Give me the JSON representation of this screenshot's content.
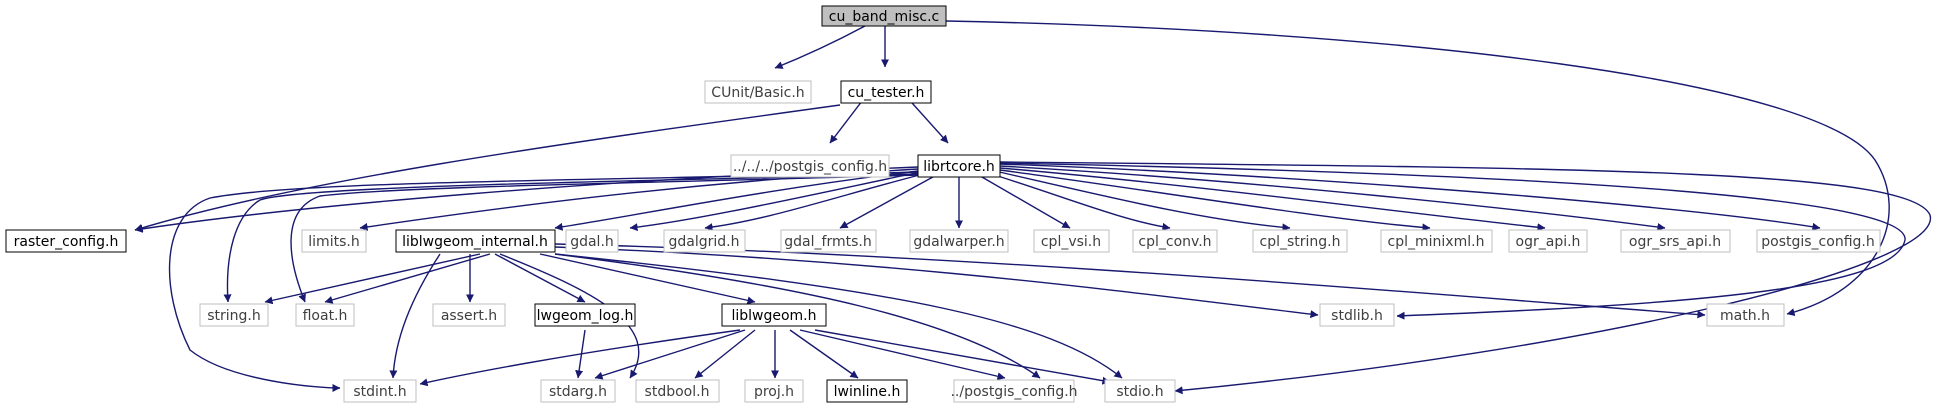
{
  "diagram": {
    "nodes": {
      "cu_band_misc_c": "cu_band_misc.c",
      "cunit_basic_h": "CUnit/Basic.h",
      "cu_tester_h": "cu_tester.h",
      "postgis_config_rel3_h": "../../../postgis_config.h",
      "librtcore_h": "librtcore.h",
      "raster_config_h": "raster_config.h",
      "limits_h": "limits.h",
      "liblwgeom_internal_h": "liblwgeom_internal.h",
      "gdal_h": "gdal.h",
      "gdalgrid_h": "gdalgrid.h",
      "gdal_frmts_h": "gdal_frmts.h",
      "gdalwarper_h": "gdalwarper.h",
      "cpl_vsi_h": "cpl_vsi.h",
      "cpl_conv_h": "cpl_conv.h",
      "cpl_string_h": "cpl_string.h",
      "cpl_minixml_h": "cpl_minixml.h",
      "ogr_api_h": "ogr_api.h",
      "ogr_srs_api_h": "ogr_srs_api.h",
      "postgis_config_h": "postgis_config.h",
      "string_h": "string.h",
      "float_h": "float.h",
      "assert_h": "assert.h",
      "lwgeom_log_h": "lwgeom_log.h",
      "liblwgeom_h": "liblwgeom.h",
      "stdlib_h": "stdlib.h",
      "math_h": "math.h",
      "stdint_h": "stdint.h",
      "stdarg_h": "stdarg.h",
      "stdbool_h": "stdbool.h",
      "proj_h": "proj.h",
      "lwinline_h": "lwinline.h",
      "postgis_config_rel1_h": "../postgis_config.h",
      "stdio_h": "stdio.h"
    }
  }
}
